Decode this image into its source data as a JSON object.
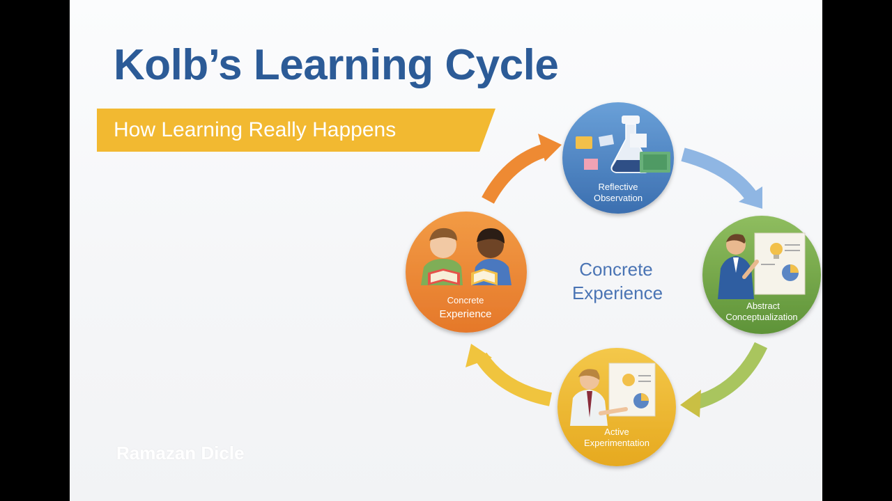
{
  "slide": {
    "title": "Kolb’s Learning Cycle",
    "subtitle": "How Learning Really Happens",
    "author": "Ramazan Dicle"
  },
  "center": {
    "line1": "Concrete",
    "line2": "Experience"
  },
  "nodes": {
    "reflective": {
      "line1": "Reflective",
      "line2": "Observation",
      "color": "#4f86c6"
    },
    "abstract": {
      "line1": "Abstract",
      "line2": "Conceptualization",
      "color": "#76a84a"
    },
    "active": {
      "line1": "Active",
      "line2": "Experimentation",
      "color": "#ecb630"
    },
    "concrete": {
      "line1": "Concrete",
      "line2": "Experience",
      "color": "#ee8a33"
    }
  },
  "colors": {
    "title": "#2c5b97",
    "subtitle_band": "#f2b931",
    "arrow_orange": "#ee8a33",
    "arrow_blue": "#8fb6e3",
    "arrow_green": "#a9c55e",
    "arrow_yellow": "#f0c43e"
  }
}
